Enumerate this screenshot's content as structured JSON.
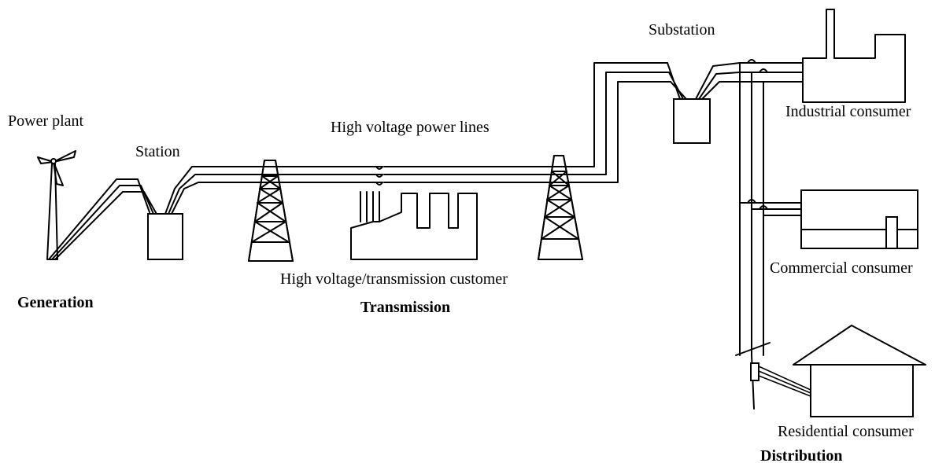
{
  "labels": {
    "power_plant": "Power plant",
    "station": "Station",
    "high_voltage_lines": "High voltage power lines",
    "transmission_customer": "High voltage/transmission customer",
    "substation": "Substation",
    "industrial": "Industrial consumer",
    "commercial": "Commercial consumer",
    "residential": "Residential consumer"
  },
  "stages": {
    "generation": "Generation",
    "transmission": "Transmission",
    "distribution": "Distribution"
  }
}
